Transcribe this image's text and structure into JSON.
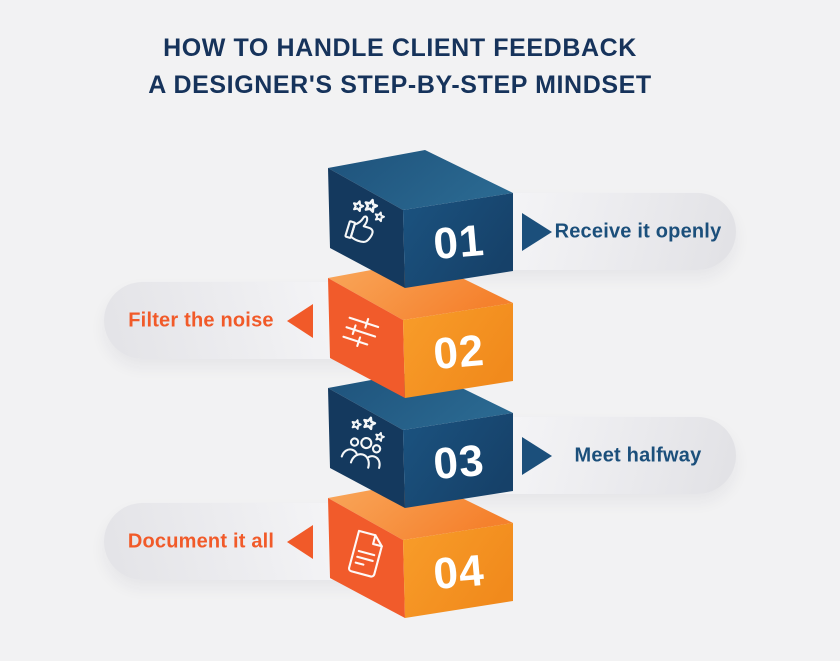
{
  "title": {
    "line1": "HOW TO HANDLE CLIENT FEEDBACK",
    "line2": "A DESIGNER'S STEP-BY-STEP MINDSET"
  },
  "steps": [
    {
      "number": "01",
      "label": "Receive it openly",
      "side": "right",
      "color_scheme": "navy",
      "icon": "thumbs-up-stars-icon"
    },
    {
      "number": "02",
      "label": "Filter the noise",
      "side": "left",
      "color_scheme": "orange",
      "icon": "filter-sliders-icon"
    },
    {
      "number": "03",
      "label": "Meet halfway",
      "side": "right",
      "color_scheme": "navy",
      "icon": "people-stars-icon"
    },
    {
      "number": "04",
      "label": "Document it all",
      "side": "left",
      "color_scheme": "orange",
      "icon": "document-icon"
    }
  ],
  "colors": {
    "background": "#F2F2F3",
    "title_text": "#16335B",
    "navy_front": "#174A75",
    "navy_left": "#14395E",
    "navy_top": "#24608A",
    "orange_front": "#F79420",
    "orange_left": "#F15B2B",
    "orange_top": "#F79B45",
    "navy_label_text": "#1B4F7B",
    "orange_label_text": "#F15A29",
    "number_text": "#FFFFFF",
    "pill_background": "#ECECEF"
  }
}
